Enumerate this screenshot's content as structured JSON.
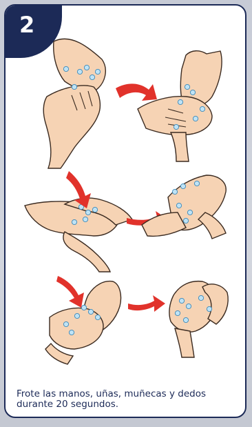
{
  "step": {
    "number": "2"
  },
  "caption": {
    "line1": "Frote las manos, uñas, muñecas y dedos",
    "line2": "durante 20 segundos."
  },
  "colors": {
    "brand_navy": "#1c2a57",
    "skin": "#f6d3b4",
    "arrow_red": "#e1322b",
    "soap_blue": "#7fc4e8"
  },
  "illustrations": [
    {
      "name": "rub-wrists-step-a"
    },
    {
      "name": "rub-wrists-step-b"
    },
    {
      "name": "rub-fingertips-palm-a"
    },
    {
      "name": "rub-back-of-hands-b"
    },
    {
      "name": "rub-between-fingers-a"
    },
    {
      "name": "rub-palms-b"
    }
  ]
}
